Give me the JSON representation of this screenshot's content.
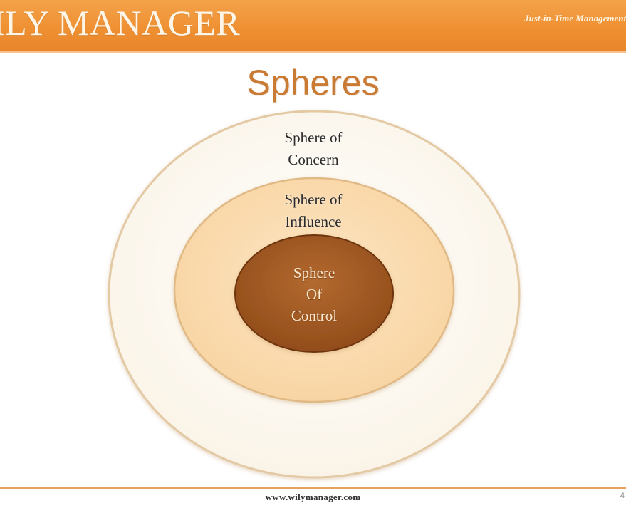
{
  "header": {
    "brand": "ILY MANAGER",
    "tagline": "Just-in-Time Management Ad"
  },
  "slide": {
    "title": "Spheres"
  },
  "diagram": {
    "spheres": [
      {
        "id": "concern",
        "line1": "Sphere of",
        "line2": "Concern",
        "color": "#fdf9f1"
      },
      {
        "id": "influence",
        "line1": "Sphere of",
        "line2": "Influence",
        "color": "#fbdcae"
      },
      {
        "id": "control",
        "line1": "Sphere",
        "line2": "Of",
        "line3": "Control",
        "color": "#a65a23"
      }
    ]
  },
  "footer": {
    "url": "www.wilymanager.com",
    "page": "4"
  },
  "colors": {
    "banner": "#ef9133",
    "title": "#c97a33",
    "footer_rule": "#e7a25d"
  }
}
